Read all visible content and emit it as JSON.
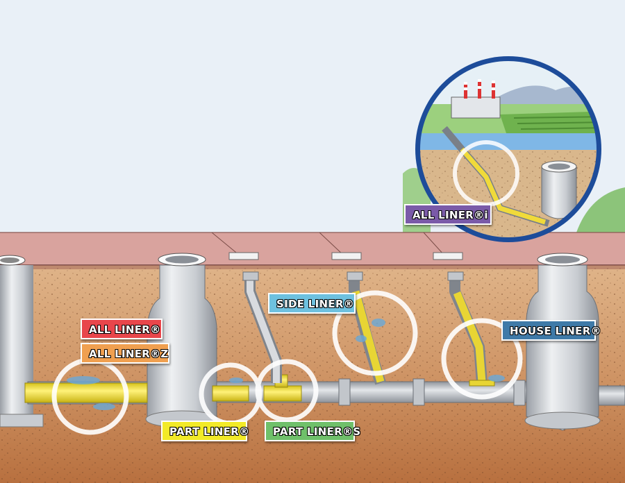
{
  "labels": {
    "all_liner": {
      "text": "ALL LINER®",
      "color": "#e8464b"
    },
    "all_liner_z": {
      "text": "ALL LINER®Z",
      "color": "#f0a050"
    },
    "part_liner": {
      "text": "PART LINER®",
      "color": "#f2ea28"
    },
    "part_liner_s": {
      "text": "PART LINER®S",
      "color": "#6fc06a"
    },
    "side_liner": {
      "text": "SIDE LINER®",
      "color": "#6ec1df"
    },
    "house_liner": {
      "text": "HOUSE LINER®",
      "color": "#3f7aa8"
    },
    "all_liner_i": {
      "text": "ALL LINER®i",
      "color": "#7a5aa8"
    }
  },
  "colors": {
    "sky": "#dce9f4",
    "road": "#d8a19c",
    "soil": "#c98d5e",
    "liner": "#f4e24a",
    "pipe": "#b8bcc2"
  }
}
